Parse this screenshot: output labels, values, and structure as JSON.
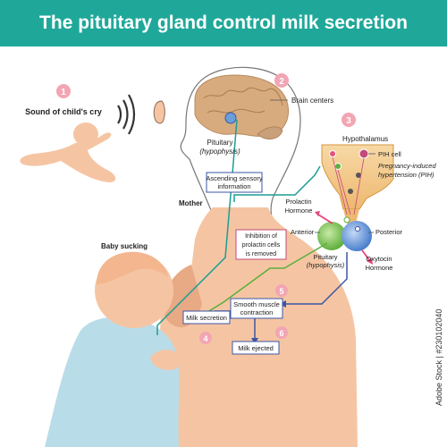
{
  "title": "The pituitary gland control milk secretion",
  "colors": {
    "header": "#1fa89a",
    "skin": "#f5c5a3",
    "skin_dark": "#e8a985",
    "baby_cloth": "#b9dce9",
    "baby_hair": "#f3b68e",
    "brain": "#d7ab7e",
    "teal_line": "#1b9e93",
    "blue_line": "#3c56a4",
    "green_line": "#5aae3b",
    "step_badge": "#f2a5b3",
    "pink_label": "#d63f7b",
    "pituitary_green": "#7cc25a",
    "pituitary_blue": "#5b8fd6"
  },
  "steps": {
    "s1": {
      "num": "1",
      "label": "Sound of child's cry"
    },
    "s2": {
      "num": "2",
      "label": "Brain centers"
    },
    "s3": {
      "num": "3",
      "label": "Hypothalamus"
    },
    "s4": {
      "num": "4",
      "label": "Milk secretion"
    },
    "s5": {
      "num": "5",
      "label": "Smooth muscle contraction",
      "line1": "Smooth muscle",
      "line2": "contraction"
    },
    "s6": {
      "num": "6",
      "label": "Milk ejected"
    }
  },
  "labels": {
    "pituitary_brain": "Pituitary",
    "hypophysis_brain": "(hypophysis)",
    "ascending_line1": "Ascending sensory",
    "ascending_line2": "information",
    "mother": "Mother",
    "baby_sucking": "Baby sucking",
    "pih_cell": "PIH cell",
    "pih_line1": "Pregnancy-induced",
    "pih_line2": "hypertension (PIH)",
    "prolactin_line1": "Prolactin",
    "prolactin_line2": "Hormone",
    "anterior": "Anterior",
    "posterior": "Posterior",
    "inhibition_line1": "Inhibition of",
    "inhibition_line2": "prolactin cells",
    "inhibition_line3": "is removed",
    "pituitary_gland": "Pituitary",
    "hypophysis_gland": "(hypophysis)",
    "oxytocin_line1": "Oxytocin",
    "oxytocin_line2": "Hormone"
  },
  "watermark": "Adobe Stock | #230102040"
}
